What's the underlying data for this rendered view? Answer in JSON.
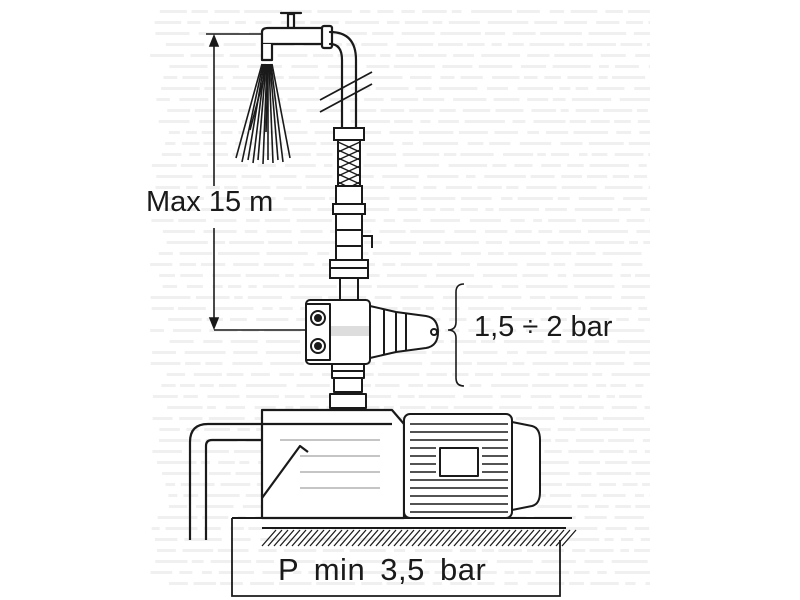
{
  "labels": {
    "max_height": "Max 15 m",
    "regulator_pressure": "1,5 ÷ 2 bar",
    "inlet_pressure": "P  min  3,5  bar"
  },
  "colors": {
    "ink": "#1a1a1a",
    "paper": "#ffffff",
    "background_text": "#d6d6d6"
  },
  "icons": {
    "tap": "faucet-icon",
    "spray": "water-spray-icon",
    "valve": "ball-valve-icon",
    "controller": "pressure-controller-icon",
    "pump": "pump-icon",
    "motor": "electric-motor-icon"
  }
}
